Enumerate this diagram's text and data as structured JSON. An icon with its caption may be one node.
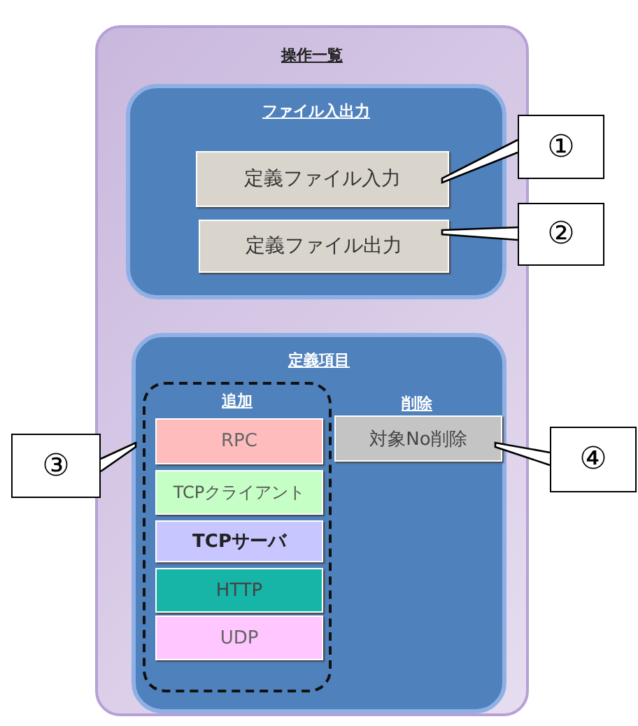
{
  "diagram": {
    "nodes": [
      {
        "text": [
          "操作一覧"
        ]
      },
      {
        "text": [
          "ファイル入出力"
        ],
        "in": 0
      },
      {
        "text": [
          "定義ファイル入力"
        ],
        "in": 1
      },
      {
        "text": [
          "定義ファイル出力"
        ],
        "in": 1
      },
      {
        "text": [
          "定義項目"
        ],
        "in": 0
      },
      {
        "text": [
          "追加"
        ],
        "in": 4
      },
      {
        "text": [
          "RPC"
        ],
        "in": 5
      },
      {
        "text": [
          "TCPクライアント"
        ],
        "in": 5
      },
      {
        "text": [
          "TCPサーバ"
        ],
        "in": 5
      },
      {
        "text": [
          "HTTP"
        ],
        "in": 5
      },
      {
        "text": [
          "UDP"
        ],
        "in": 5
      },
      {
        "text": [
          "対象No削除"
        ],
        "in": 4,
        "beside": [
          "削除"
        ]
      },
      {
        "text": [
          "①"
        ]
      },
      {
        "text": [
          "②"
        ]
      },
      {
        "text": [
          "③"
        ]
      },
      {
        "text": [
          "④"
        ]
      }
    ],
    "edges": [
      {
        "from": 12,
        "to": 2,
        "arrow": "none"
      },
      {
        "from": 13,
        "to": 3,
        "arrow": "none"
      },
      {
        "from": 14,
        "to": 5,
        "arrow": "none"
      },
      {
        "from": 15,
        "to": 11,
        "arrow": "none"
      }
    ]
  }
}
